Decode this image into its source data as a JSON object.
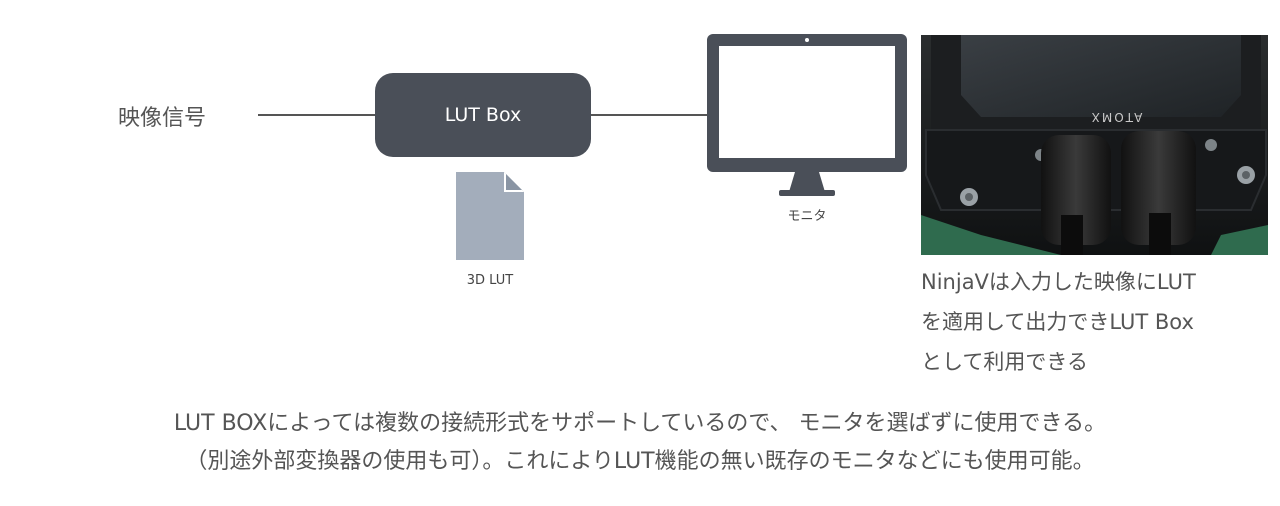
{
  "diagram": {
    "signal_label": "映像信号",
    "lutbox_label": "LUT Box",
    "file_label": "3D LUT",
    "monitor_label": "モニタ",
    "caption_lines": [
      "NinjaVは入力した映像にLUT",
      "を適用して出力できLUT Box",
      "として利用できる"
    ],
    "photo_device_text": "ATOMX"
  },
  "footer": {
    "lines": [
      "LUT BOXによっては複数の接続形式をサポートしているので、 モニタを選ばずに使用できる。",
      "（別途外部変換器の使用も可）。これによりLUT機能の無い既存のモニタなどにも使用可能。"
    ]
  },
  "colors": {
    "lutbox_fill": "#4a4f58",
    "file_fill": "#a3adbb",
    "monitor_fill": "#4a4f58",
    "text": "#555555"
  }
}
